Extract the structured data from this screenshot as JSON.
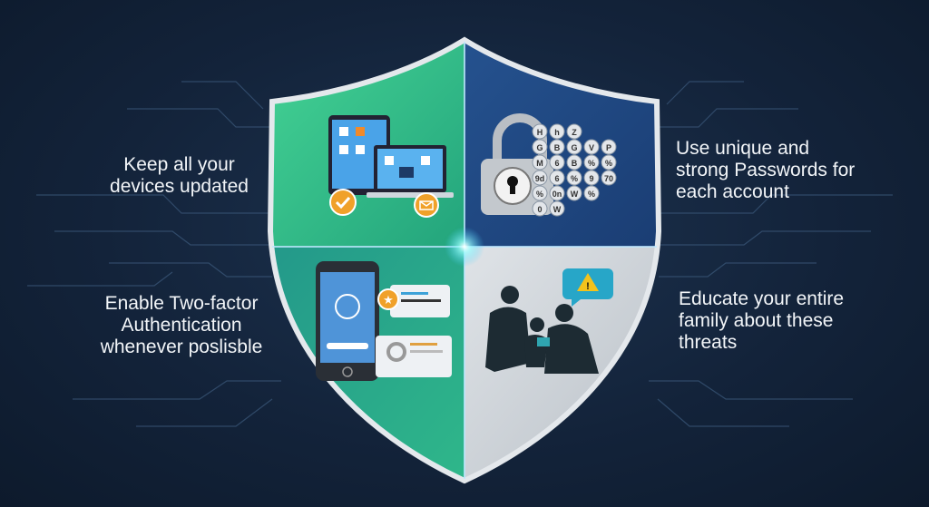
{
  "tips": {
    "devices": "Keep all your devices updated",
    "passwords": "Use unique and strong Passwords for each account",
    "twofactor": "Enable Two-factor Authentication whenever poslisble",
    "family": "Educate your entire family about these threats"
  },
  "password_glyphs": [
    "H",
    "h",
    "Z",
    "G",
    "B",
    "G",
    "V",
    "P",
    "M",
    "6",
    "B",
    "%",
    "%",
    "9d",
    "6",
    "%",
    "9",
    "70",
    "%",
    "0n",
    "W",
    "%",
    "0",
    "W"
  ],
  "colors": {
    "background": "#13233a",
    "green": "#3cc48a",
    "navy": "#1f4a8a",
    "teal": "#1f8f85",
    "gray": "#d6dbe0",
    "accent_orange": "#f0a12a"
  },
  "icons": [
    "devices-icon",
    "padlock-icon",
    "smartphone-icon",
    "family-icon",
    "warning-icon"
  ]
}
